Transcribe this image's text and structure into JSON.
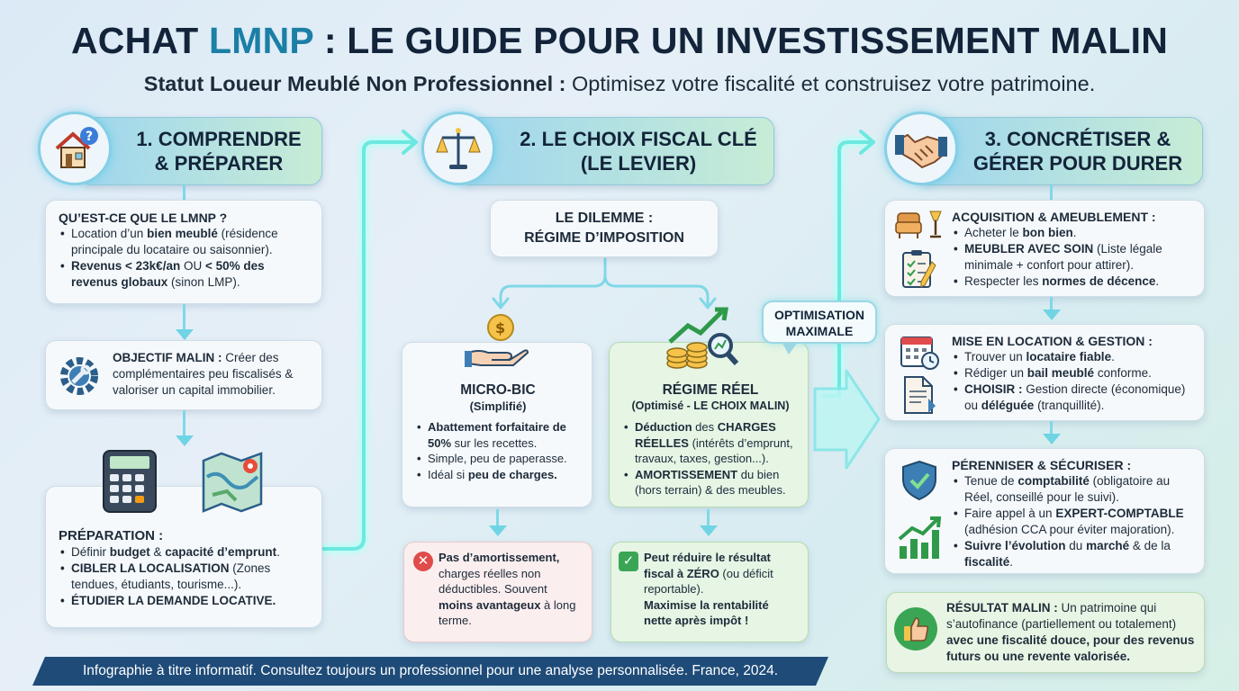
{
  "header": {
    "title_part1": "ACHAT ",
    "title_accent": "LMNP",
    "title_part2": " : LE GUIDE POUR UN INVESTISSEMENT MALIN",
    "subtitle_bold": "Statut Loueur Meublé Non Professionnel :",
    "subtitle_rest": " Optimisez votre fiscalité et construisez votre patrimoine."
  },
  "col1": {
    "heading": "1. COMPRENDRE\n& PRÉPARER",
    "icon": "house-question-icon",
    "what": {
      "title": "QU’EST-CE QUE LE LMNP ?",
      "b1_pre": "Location d’un ",
      "b1_bold": "bien meublé",
      "b1_post": " (résidence principale du locataire ou saisonnier).",
      "b2_bold": "Revenus < 23k€/an",
      "b2_mid": " OU ",
      "b2_bold2": "< 50% des revenus globaux",
      "b2_post": " (sinon LMP)."
    },
    "objectif": {
      "icon": "gear-wrench-icon",
      "bold": "OBJECTIF MALIN :",
      "text": " Créer des complémentaires peu fiscalisés & valoriser un capital immobilier."
    },
    "preparation": {
      "icons": [
        "calculator-icon",
        "map-pin-icon"
      ],
      "title": "PRÉPARATION :",
      "b1_pre": "Définir ",
      "b1_bold": "budget",
      "b1_mid": " & ",
      "b1_bold2": "capacité d’emprunt",
      "b1_post": ".",
      "b2_bold": "CIBLER LA LOCALISATION",
      "b2_post": " (Zones tendues, étudiants, tourisme...).",
      "b3_bold": "ÉTUDIER LA DEMANDE LOCATIVE."
    }
  },
  "col2": {
    "heading": "2. LE CHOIX FISCAL CLÉ\n(LE LEVIER)",
    "icon": "scales-icon",
    "dilemme": "LE DILEMME :\nRÉGIME D’IMPOSITION",
    "micro": {
      "icon": "hand-coin-icon",
      "title": "MICRO-BIC",
      "sub": "(Simplifié)",
      "b1_bold": "Abattement forfaitaire de 50%",
      "b1_post": " sur les recettes.",
      "b2": "Simple, peu de paperasse.",
      "b3_pre": "Idéal si ",
      "b3_bold": "peu de charges."
    },
    "reel": {
      "icon": "coins-chart-icon",
      "title": "RÉGIME RÉEL",
      "sub": "(Optimisé - LE CHOIX MALIN)",
      "b1_bold": "Déduction",
      "b1_mid": " des ",
      "b1_bold2": "CHARGES RÉELLES",
      "b1_post": " (intérêts d’emprunt, travaux, taxes, gestion...).",
      "b2_bold": "AMORTISSEMENT",
      "b2_post": " du bien (hors terrain) & des meubles."
    },
    "micro_result": {
      "icon": "cross-icon",
      "bold": "Pas d’amortissement,",
      "text": " charges réelles non déductibles. Souvent ",
      "bold2": "moins avantageux",
      "text2": " à long terme."
    },
    "reel_result": {
      "icon": "check-icon",
      "bold": "Peut réduire le résultat fiscal à ZÉRO",
      "text": " (ou déficit reportable).",
      "bold2": "Maximise la rentabilité nette après impôt !"
    },
    "badge": "OPTIMISATION\nMAXIMALE"
  },
  "col3": {
    "heading": "3. CONCRÉTISER &\nGÉRER POUR DURER",
    "icon": "handshake-icon",
    "acquisition": {
      "icons": [
        "armchair-icon",
        "checklist-icon"
      ],
      "title": "ACQUISITION & AMEUBLEMENT :",
      "b1_pre": "Acheter le ",
      "b1_bold": "bon bien",
      "b1_post": ".",
      "b2_bold": "MEUBLER AVEC SOIN",
      "b2_post": " (Liste légale minimale + confort pour attirer).",
      "b3_pre": "Respecter les ",
      "b3_bold": "normes de décence",
      "b3_post": "."
    },
    "location": {
      "icons": [
        "calendar-icon",
        "document-icon"
      ],
      "title": "MISE EN LOCATION & GESTION :",
      "b1_pre": "Trouver un ",
      "b1_bold": "locataire fiable",
      "b1_post": ".",
      "b2_pre": "Rédiger un ",
      "b2_bold": "bail meublé",
      "b2_post": " conforme.",
      "b3_bold": "CHOISIR :",
      "b3_mid": " Gestion directe (économique) ou ",
      "b3_bold2": "déléguée",
      "b3_post": " (tranquillité)."
    },
    "perenniser": {
      "icons": [
        "shield-check-icon",
        "growth-chart-icon"
      ],
      "title": "PÉRENNISER & SÉCURISER :",
      "b1_pre": "Tenue de ",
      "b1_bold": "comptabilité",
      "b1_post": " (obligatoire au Réel, conseillé pour le suivi).",
      "b2_pre": "Faire appel à un ",
      "b2_bold": "EXPERT-COMPTABLE",
      "b2_post": " (adhésion CCA pour éviter majoration).",
      "b3_bold": "Suivre l’évolution",
      "b3_mid": " du ",
      "b3_bold2": "marché",
      "b3_mid2": " & de la ",
      "b3_bold3": "fiscalité",
      "b3_post": "."
    },
    "resultat": {
      "icon": "thumbs-up-icon",
      "bold": "RÉSULTAT MALIN :",
      "text": " Un patrimoine qui s’autofinance (partiellement ou totalement) ",
      "bold2": "avec une fiscalité douce, pour des revenus futurs ou une revente valorisée."
    }
  },
  "footer": "Infographie à titre informatif. Consultez toujours un professionnel pour une analyse personnalisée. France, 2024.",
  "colors": {
    "accent": "#1b7fa6",
    "footer_bg": "#1e4b78",
    "glow": "#7ff0ea",
    "reel_bg": "#e6f5e4",
    "micro_bg": "#fbeeee"
  }
}
